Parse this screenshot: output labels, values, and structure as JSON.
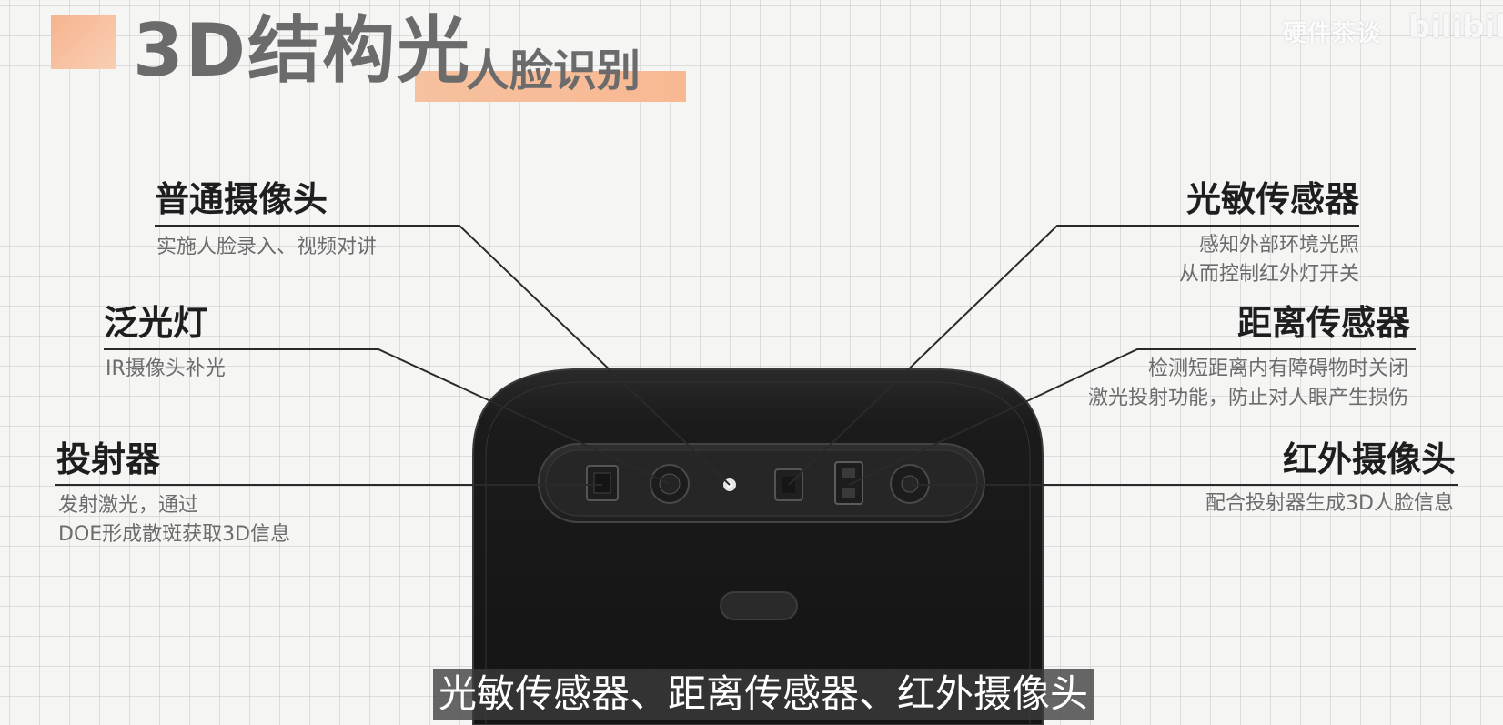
{
  "title": {
    "main": "3D结构光",
    "sub": "人脸识别"
  },
  "watermark": {
    "channel": "硬件茶谈",
    "logo": "bilibili"
  },
  "labels": {
    "camera": {
      "title": "普通摄像头",
      "desc": [
        "实施人脸录入、视频对讲"
      ]
    },
    "floodlight": {
      "title": "泛光灯",
      "desc": [
        "IR摄像头补光"
      ]
    },
    "projector": {
      "title": "投射器",
      "desc": [
        "发射激光，通过",
        "DOE形成散斑获取3D信息"
      ]
    },
    "light_sensor": {
      "title": "光敏传感器",
      "desc": [
        "感知外部环境光照",
        "从而控制红外灯开关"
      ]
    },
    "distance_sensor": {
      "title": "距离传感器",
      "desc": [
        "检测短距离内有障碍物时关闭",
        "激光投射功能，防止对人眼产生损伤"
      ]
    },
    "ir_camera": {
      "title": "红外摄像头",
      "desc": [
        "配合投射器生成3D人脸信息"
      ]
    }
  },
  "subtitle": "光敏传感器、距离传感器、红外摄像头",
  "colors": {
    "accent": "#f7b48f",
    "device": "#1c1c1c",
    "line": "#2a2a2a"
  }
}
